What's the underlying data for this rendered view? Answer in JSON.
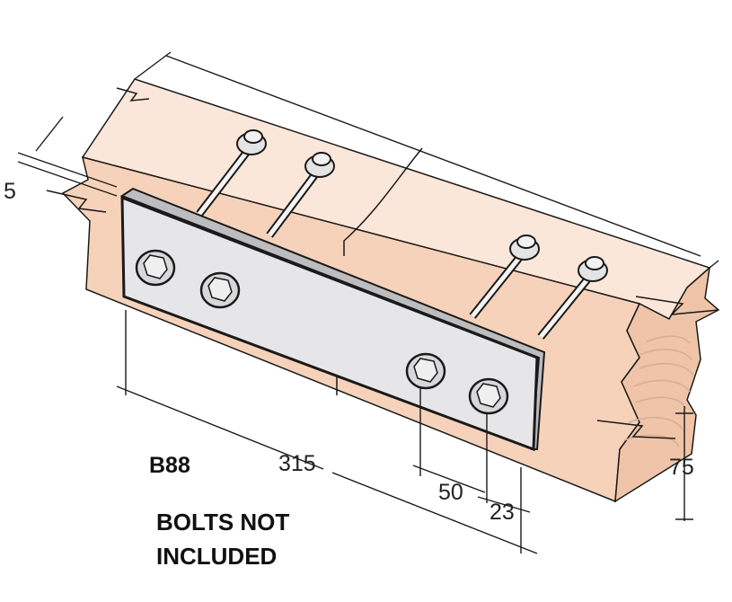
{
  "product": {
    "code": "B88",
    "note_line_1": "BOLTS NOT",
    "note_line_2": "INCLUDED"
  },
  "dimensions": {
    "thickness": "5",
    "length": "315",
    "bolt_spacing": "50",
    "edge_distance": "23",
    "height": "75"
  },
  "colors": {
    "timber": "#f6d2ba",
    "timber_top": "#fbe7da",
    "plate": "#e6e6e8",
    "outline": "#1a1a1a",
    "grain": "#d9ae92"
  }
}
